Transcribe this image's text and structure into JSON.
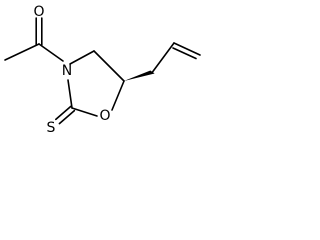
{
  "molecule": {
    "atoms": {
      "carbonyl_oxygen": "O",
      "ring_nitrogen": "N",
      "ring_oxygen": "O",
      "thione_sulfur": "S"
    }
  },
  "colors": {
    "bond": "#000000",
    "background": "#ffffff"
  }
}
